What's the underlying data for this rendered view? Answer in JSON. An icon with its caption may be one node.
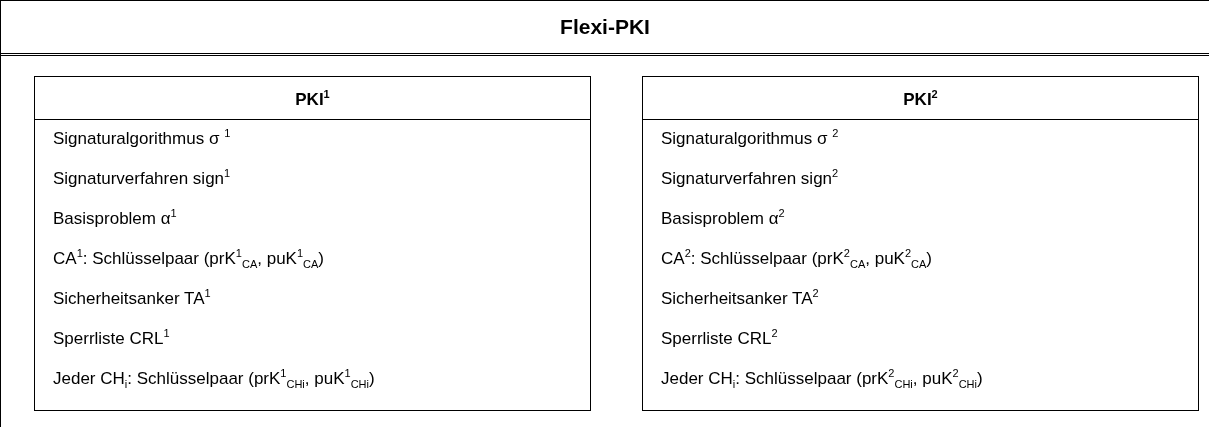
{
  "diagram": {
    "nodes": [
      {
        "text": [
          "Flexi-PKI"
        ]
      },
      {
        "text": [
          "PKI$^{1}$",
          "Signaturalgorithmus σ $^{1}$",
          "Signaturverfahren sign$^{1}$",
          "Basisproblem α$^{1}$",
          "CA$^{1}$: Schlüsselpaar (prK$^{1}$$_{CA}$, puK$^{1}$$_{CA}$)",
          "Sicherheitsanker TA$^{1}$",
          "Sperrliste CRL$^{1}$",
          "Jeder CH$_{i}$: Schlüsselpaar (prK$^{1}$$_{CHi}$, puK$^{1}$$_{CHi}$)"
        ],
        "in": 0
      },
      {
        "text": [
          "PKI$^{2}$",
          "Signaturalgorithmus σ $^{2}$",
          "Signaturverfahren sign$^{2}$",
          "Basisproblem α$^{2}$",
          "CA$^{2}$: Schlüsselpaar (prK$^{2}$$_{CA}$, puK$^{2}$$_{CA}$)",
          "Sicherheitsanker TA$^{2}$",
          "Sperrliste CRL$^{2}$",
          "Jeder CH$_{i}$: Schlüsselpaar (prK$^{2}$$_{CHi}$, puK$^{2}$$_{CHi}$)"
        ],
        "in": 0
      }
    ]
  }
}
